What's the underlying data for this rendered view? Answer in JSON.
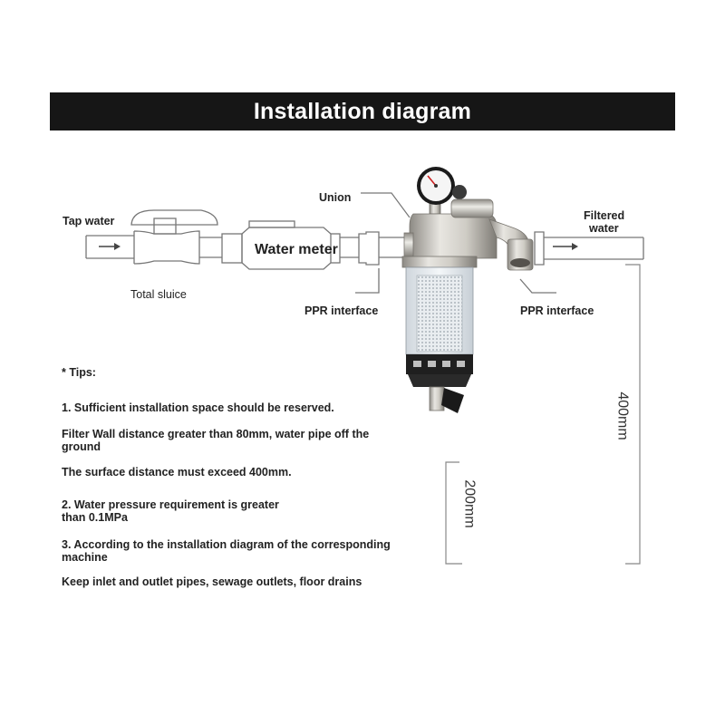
{
  "header": {
    "title": "Installation diagram"
  },
  "labels": {
    "tap_water": "Tap water",
    "water_meter": "Water meter",
    "total_sluice": "Total sluice",
    "union": "Union",
    "filtered_water": [
      "Filtered",
      "water"
    ],
    "ppr_left": "PPR interface",
    "ppr_right": "PPR interface"
  },
  "dimensions": {
    "left": "200mm",
    "right": "400mm"
  },
  "tips": {
    "heading": "* Tips:",
    "items": [
      "1. Sufficient installation space should be reserved.",
      "Filter Wall distance greater than 80mm, water pipe off the ground",
      "The surface distance must exceed 400mm.",
      "2. Water pressure requirement is greater than 0.1MPa",
      "3. According to the installation diagram of the corresponding machine",
      "Keep inlet and outlet pipes, sewage outlets, floor drains"
    ]
  },
  "colors": {
    "banner": "#161616",
    "line": "#777777",
    "brass": "#c9c6bf"
  }
}
